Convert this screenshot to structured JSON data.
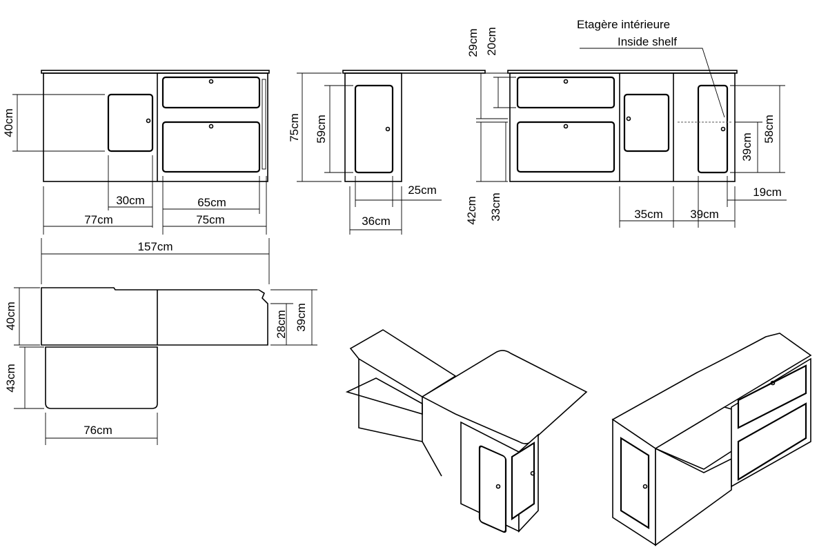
{
  "front_view": {
    "height_door": "40cm",
    "door_width": "30cm",
    "left_width": "77cm",
    "drawer_width": "65cm",
    "right_width": "75cm"
  },
  "side_view": {
    "height": "75cm",
    "door_height": "59cm",
    "overhang": "25cm",
    "depth": "36cm"
  },
  "back_view": {
    "top_gap": "29cm",
    "drawer_height": "20cm",
    "shelf_label_fr": "Etagère intérieure",
    "shelf_label_en": "Inside shelf",
    "lower_height": "42cm",
    "lower_drawer": "33cm",
    "cabinet_width": "35cm",
    "door_width": "39cm",
    "side_offset": "19cm",
    "shelf_height": "39cm",
    "door_height": "58cm"
  },
  "top_view": {
    "total_width": "157cm",
    "depth": "40cm",
    "extension_depth": "43cm",
    "extension_width": "76cm",
    "right_depth": "28cm",
    "right_total": "39cm"
  }
}
